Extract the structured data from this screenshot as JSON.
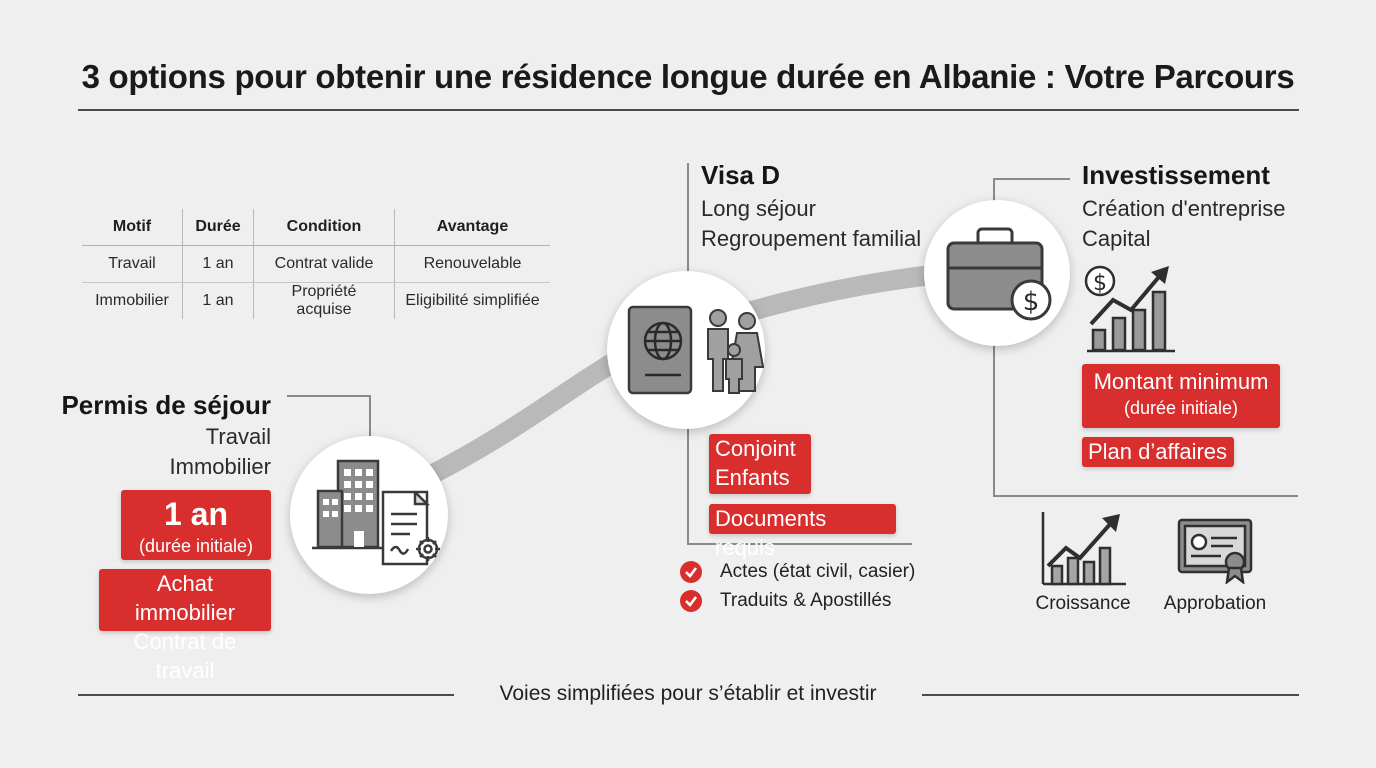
{
  "title": "3 options pour obtenir une résidence longue durée en Albanie : Votre Parcours",
  "table": {
    "headers": [
      "Motif",
      "Durée",
      "Condition",
      "Avantage"
    ],
    "rows": [
      [
        "Travail",
        "1 an",
        "Contrat valide",
        "Renouvelable"
      ],
      [
        "Immobilier",
        "1 an",
        "Propriété acquise",
        "Eligibilité simplifiée"
      ]
    ]
  },
  "permis": {
    "heading": "Permis de séjour",
    "lines": [
      "Travail",
      "Immobilier"
    ],
    "duration_value": "1 an",
    "duration_note": "(durée initiale)",
    "tags": [
      "Achat immobilier",
      "Contrat de travail"
    ]
  },
  "visa": {
    "heading": "Visa D",
    "lines": [
      "Long séjour",
      "Regroupement familial"
    ],
    "tags": [
      "Conjoint",
      "Enfants"
    ],
    "docs_tag": "Documents requis",
    "checks": [
      "Actes (état civil, casier)",
      "Traduits & Apostillés"
    ]
  },
  "invest": {
    "heading": "Investissement",
    "lines": [
      "Création d'entreprise",
      "Capital"
    ],
    "amount": "Montant minimum",
    "amount_note": "(durée initiale)",
    "plan": "Plan d’affaires",
    "icons": [
      {
        "name": "growth-chart-icon",
        "label": "Croissance"
      },
      {
        "name": "certificate-icon",
        "label": "Approbation"
      }
    ]
  },
  "footer": "Voies simplifiées pour s’établir et investir",
  "colors": {
    "accent": "#d92e2e",
    "path": "#b9b9b9",
    "background": "#efefef"
  }
}
